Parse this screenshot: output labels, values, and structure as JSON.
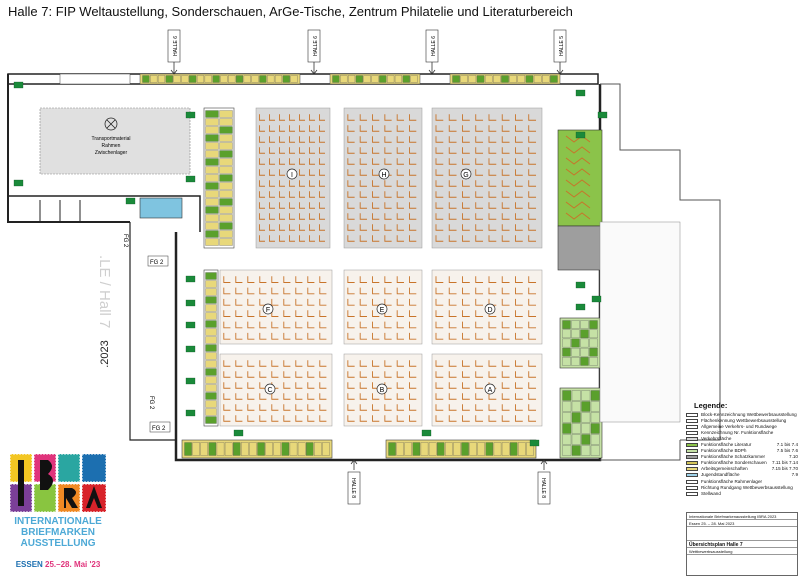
{
  "title": "Halle 7: FIP Weltaustellung, Sonderschauen, ArGe-Tische, Zentrum Philatelie und Literaturbereich",
  "hall_signs": {
    "top": [
      "HALLE 6",
      "HALLE 6",
      "HALLE 6",
      "HALLE 5"
    ],
    "bottom": [
      "HALLE 8",
      "HALLE 8"
    ],
    "left": [
      "FG 2",
      "FG 2",
      "FG 2",
      "FG 2"
    ]
  },
  "zone_letters": {
    "top_row": [
      "I",
      "H",
      "G"
    ],
    "middle_row": [
      "F",
      "E",
      "D"
    ],
    "bottom_row": [
      "C",
      "B",
      "A"
    ]
  },
  "transport_label": [
    "Transportmaterial",
    "Rahmen",
    "Zwischenlager"
  ],
  "watermark": ".LE / Hall 7",
  "year_mark": ".2023",
  "legend": {
    "title": "Legende:",
    "items": [
      {
        "label": "Block-Kennzeichnung Wettbewerbsausstellung",
        "range": "",
        "color": "#ffffff"
      },
      {
        "label": "Flächenkennung Wettbewerbsausstellung",
        "range": "",
        "color": "#ffffff"
      },
      {
        "label": "Allgemeine Verkehrs- und Rundwege",
        "range": "",
        "color": "#ffffff"
      },
      {
        "label": "Kennzeichnung Nr. Funktionsfläche",
        "range": "",
        "color": "#ffffff"
      },
      {
        "label": "Verkehrsfläche",
        "range": "",
        "color": "#d8d8d8"
      },
      {
        "label": "Funktionsfläche Literatur",
        "range": "7.1 bis 7.4",
        "color": "#8bc34a"
      },
      {
        "label": "Funktionsfläche BDPh",
        "range": "7.5 bis 7.6",
        "color": "#c5e1a5"
      },
      {
        "label": "Funktionsfläche Schatzkammer",
        "range": "7.10",
        "color": "#9e9e9e"
      },
      {
        "label": "Funktionsfläche Sonderschauen",
        "range": "7.11 bis 7.14",
        "color": "#d4c55a"
      },
      {
        "label": "Arbeitsgemeinschaften",
        "range": "7.15 bis 7.70",
        "color": "#e8d87a"
      },
      {
        "label": "Jugendstandfläche",
        "range": "7.9",
        "color": "#9fd3ea"
      },
      {
        "label": "Funktionsfläche Rahmenlager",
        "range": "",
        "color": "#ffffff"
      },
      {
        "label": "Richtung Rundgang Wettbewerbsausstellung",
        "range": "",
        "color": "#ffffff"
      },
      {
        "label": "Stellwand",
        "range": "",
        "color": "#ffffff"
      }
    ]
  },
  "title_block": {
    "org": "Internationale Briefmarkenausstellung IBRA 2023",
    "dates": "Essen 25. – 28. Mai 2023",
    "sheet": "Übersichtsplan Halle 7",
    "sub": "Wettbewerbsausstellung"
  },
  "logo": {
    "line1": "INTERNATIONALE",
    "line2": "BRIEFMARKEN",
    "line3": "AUSSTELLUNG",
    "city": "ESSEN ",
    "dates": "25.–28. Mai '23"
  },
  "colors": {
    "wall": "#222222",
    "grey_zone": "#d9d9d9",
    "frame": "#c8742a",
    "literature": "#8bc34a",
    "arge": "#e8d87a",
    "table_green": "#5aa02c",
    "youth": "#7fc4e0",
    "treasure": "#9e9e9e",
    "exit_green": "#1a8a3a"
  }
}
